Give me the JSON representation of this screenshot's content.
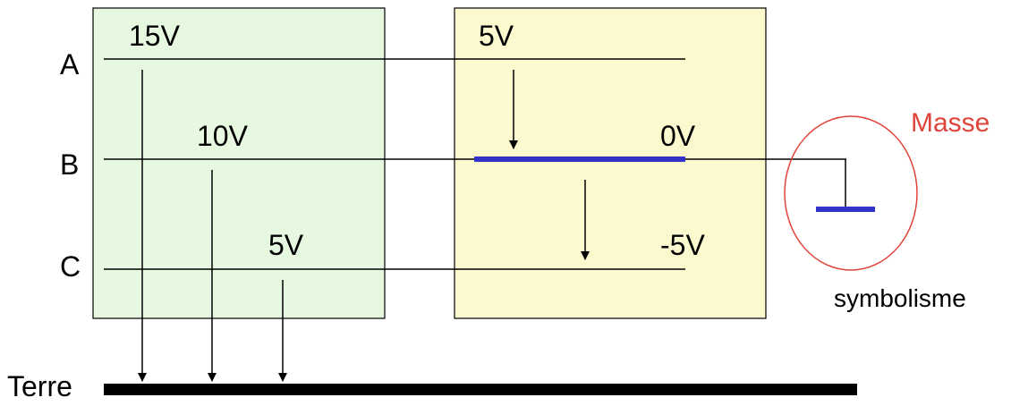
{
  "rows": {
    "a": "A",
    "b": "B",
    "c": "C"
  },
  "left_box": {
    "v_a": "15V",
    "v_b": "10V",
    "v_c": "5V"
  },
  "right_box": {
    "v_a": "5V",
    "v_b": "0V",
    "v_c": "-5V"
  },
  "ground_label": "Terre",
  "masse": {
    "label": "Masse",
    "caption": "symbolisme"
  },
  "colors": {
    "left_box_fill": "#e6f9e0",
    "right_box_fill": "#fcf9cf",
    "wire": "#000000",
    "ground_bar": "#000000",
    "reference_line": "#3232c8",
    "masse_circle": "#e0433a",
    "masse_text": "#e0433a"
  }
}
